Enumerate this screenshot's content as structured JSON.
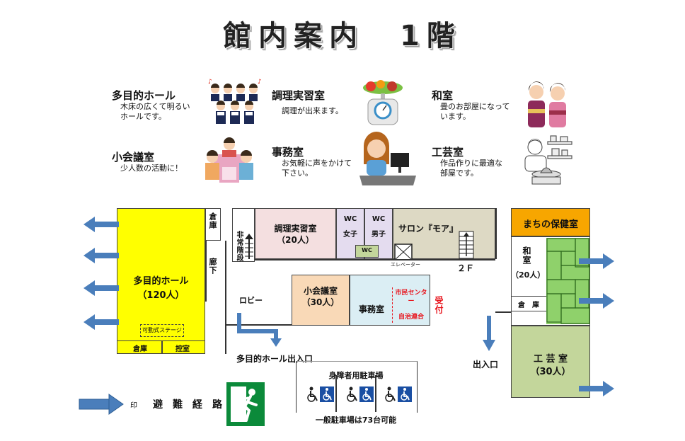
{
  "title": "館内案内　1階",
  "facilities": [
    {
      "name": "多目的ホール",
      "desc1": "木床の広くて明るい",
      "desc2": "ホールです。",
      "icon": "choir-people-icon"
    },
    {
      "name": "調理実習室",
      "desc1": "調理が出来ます。",
      "desc2": "",
      "icon": "vegetables-scale-icon"
    },
    {
      "name": "和室",
      "desc1": "畳のお部屋になって",
      "desc2": "います。",
      "icon": "kimono-people-icon"
    },
    {
      "name": "小会議室",
      "desc1": "少人数の活動に！",
      "desc2": "",
      "icon": "meeting-people-icon"
    },
    {
      "name": "事務室",
      "desc1": "お気軽に声をかけて",
      "desc2": "下さい。",
      "icon": "office-worker-icon"
    },
    {
      "name": "工芸室",
      "desc1": "作品作りに最適な",
      "desc2": "部屋です。",
      "icon": "pottery-icon"
    }
  ],
  "map": {
    "hall": "多目的ホール",
    "hall_capacity": "（120人）",
    "stage": "可動式ステージ",
    "storage": "倉庫",
    "control_room": "控室",
    "storage_v": "倉庫",
    "corridor": "廊下",
    "emergency_stairs": "非常階段",
    "cooking": "調理実習室",
    "cooking_capacity": "（20人）",
    "wc_women": "WC",
    "wc_women_sub": "女子",
    "wc_men": "WC",
    "wc_men_sub": "男子",
    "wc_small": "WC",
    "salon": "サロン『モア』",
    "elevator": "エレベーター",
    "second_floor": "２Ｆ",
    "lobby": "ロビー",
    "small_meeting": "小会議室",
    "small_meeting_capacity": "（30人）",
    "office": "事務室",
    "city_center": "市民センター",
    "council": "自治連合",
    "reception": "受付",
    "health_room": "まちの保健室",
    "japanese_room": "和室",
    "japanese_capacity": "（20人）",
    "storage_east": "倉　庫",
    "craft": "工 芸 室",
    "craft_capacity": "（30人）",
    "hall_entrance": "多目的ホール出入口",
    "entrance": "出入口",
    "disabled_parking": "身障者用駐車場",
    "general_parking": "一般駐車場は73台可能",
    "legend_mark": "印",
    "legend_text": "避　難　経　路"
  },
  "colors": {
    "hall": "#ffff00",
    "cooking": "#f4dfe0",
    "wc": "#e4dcef",
    "salon": "#ddd9c4",
    "meeting": "#f9d9b7",
    "office": "#dbeef4",
    "health": "#f7a600",
    "craft": "#c3d69b",
    "japanese_green": "#8fd16b",
    "arrow": "#4a7ebb",
    "reception_red": "#e8141c",
    "exit_green": "#0b8a3a"
  }
}
